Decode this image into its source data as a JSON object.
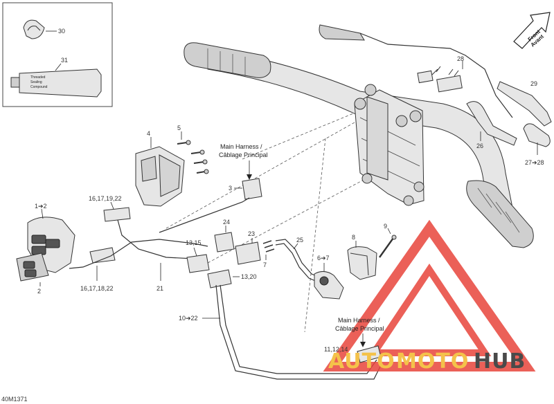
{
  "diagram": {
    "figure_code": "40M1371",
    "front_sign": {
      "line1": "Front",
      "line2": "Avant"
    },
    "callouts": {
      "c30": "30",
      "c31": "31",
      "c4": "4",
      "c5": "5",
      "c1_2": "1➔2",
      "c2": "2",
      "c16a": "16,17,19,22",
      "c16b": "16,17,18,22",
      "c3": "3",
      "c21": "21",
      "c24": "24",
      "c23": "23",
      "c7": "7",
      "c25": "25",
      "c6_7": "6➔7",
      "c8": "8",
      "c9": "9",
      "c13_15": "13,15",
      "c13_20": "13,20",
      "c10_22": "10➔22",
      "c11_14": "11,12,14",
      "c26": "26",
      "c27_28": "27➔28",
      "c28": "28",
      "c29": "29"
    },
    "harness_label_1": {
      "line1": "Main Harness /",
      "line2": "Câblage Principal"
    },
    "harness_label_2": {
      "line1": "Main Harness /",
      "line2": "Câblage Principal"
    },
    "tube_text": {
      "line1": "Threaded",
      "line2": "Sealing",
      "line3": "Compound"
    }
  },
  "watermark": {
    "part1": "AUTO",
    "part2": "MOTO",
    "part3": "HUB"
  },
  "colors": {
    "watermark_red": "#e8453c",
    "watermark_yellow": "#f4c24a",
    "watermark_gray": "#4a4a4a"
  }
}
